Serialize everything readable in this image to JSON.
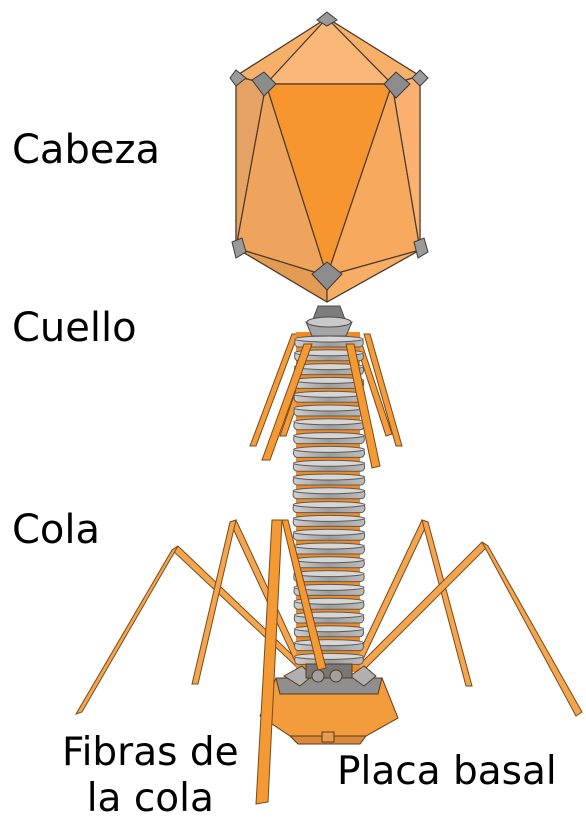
{
  "labels": {
    "head": "Cabeza",
    "neck": "Cuello",
    "tail": "Cola",
    "tail_fibers_line1": "Fibras de",
    "tail_fibers_line2": "la cola",
    "baseplate": "Placa basal"
  },
  "colors": {
    "capsid_light": "#f9b270",
    "capsid_mid": "#f4a050",
    "capsid_center": "#f7962f",
    "capsid_dark": "#d9914f",
    "vertex_gray": "#8a8a8a",
    "tail_ring": "#a8a8a8",
    "tail_orange": "#f18a21",
    "fiber_orange": "#f29c3c",
    "outline": "#555555"
  }
}
